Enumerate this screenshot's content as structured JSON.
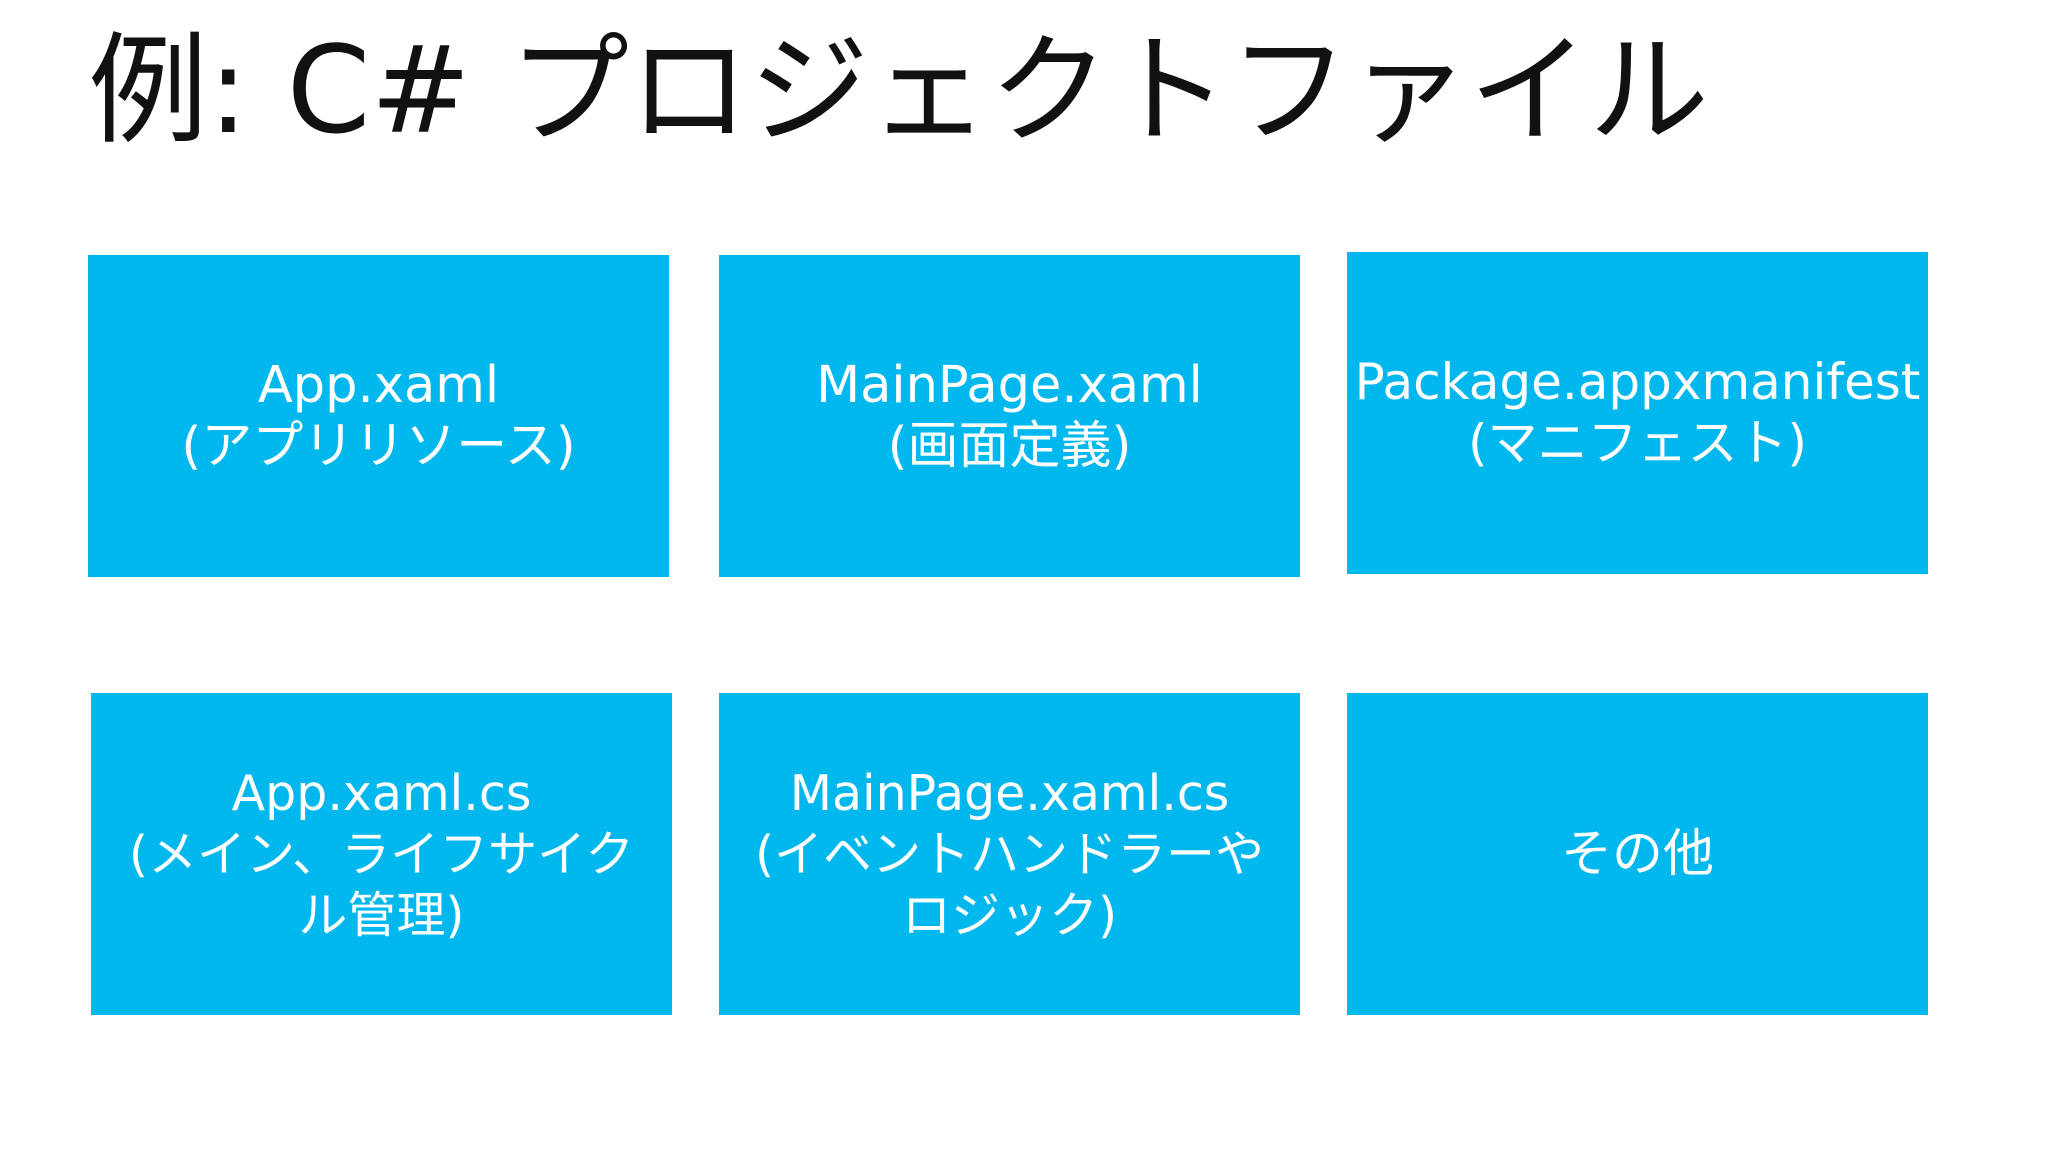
{
  "slide": {
    "title": "例: C# プロジェクトファイル"
  },
  "tiles": [
    {
      "lines": [
        "App.xaml",
        "(アプリリソース)"
      ]
    },
    {
      "lines": [
        "MainPage.xaml",
        "(画面定義)"
      ]
    },
    {
      "lines": [
        "Package.appxmanifest",
        "(マニフェスト)"
      ]
    },
    {
      "lines": [
        "App.xaml.cs",
        "(メイン、ライフサイク",
        "ル管理)"
      ]
    },
    {
      "lines": [
        "MainPage.xaml.cs",
        "(イベントハンドラーや",
        "ロジック)"
      ]
    },
    {
      "lines": [
        "その他"
      ]
    }
  ],
  "colors": {
    "tile_background": "#00b7ee",
    "tile_text": "#ffffff",
    "title_text": "#111111",
    "page_background": "#ffffff"
  }
}
